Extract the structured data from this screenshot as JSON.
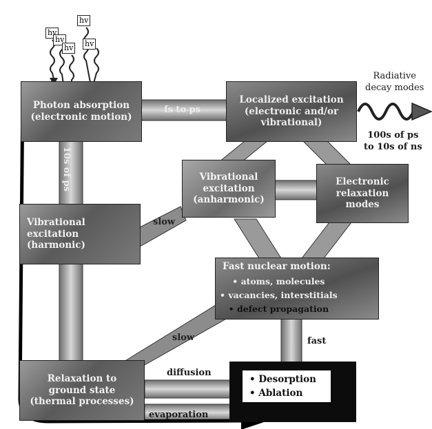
{
  "photon_labels": [
    "hv",
    "hv",
    "hv",
    "hv",
    "hv"
  ],
  "boxes": {
    "photon_absorption": "Photon absorption\n(electronic motion)",
    "localized_excitation": "Localized excitation\n(electronic and/or\nvibrational)",
    "vibrational_anharmonic": "Vibrational\nexcitation\n(anharmonic)",
    "electronic_relaxation": "Electronic\nrelaxation\nmodes",
    "vibrational_harmonic": "Vibrational\nexcitation\n(harmonic)",
    "fast_nuclear_title": "Fast nuclear motion:",
    "fast_nuclear_items": [
      "atoms, molecules",
      "vacancies, interstitials",
      "defect propagation"
    ],
    "relaxation_ground": "Relaxation to\nground state\n(thermal processes)",
    "desorption_items": [
      "Desorption",
      "Ablation"
    ]
  },
  "pipe_labels": {
    "fs_to_ps": "fs to ps",
    "tens_of_ps": "10s of ps",
    "slow_upper": "slow",
    "slow_lower": "slow",
    "fast": "fast",
    "diffusion": "diffusion",
    "evaporation": "evaporation"
  },
  "radiative": {
    "title": "Radiative\ndecay modes",
    "time": "100s of ps\nto 10s of ns"
  }
}
